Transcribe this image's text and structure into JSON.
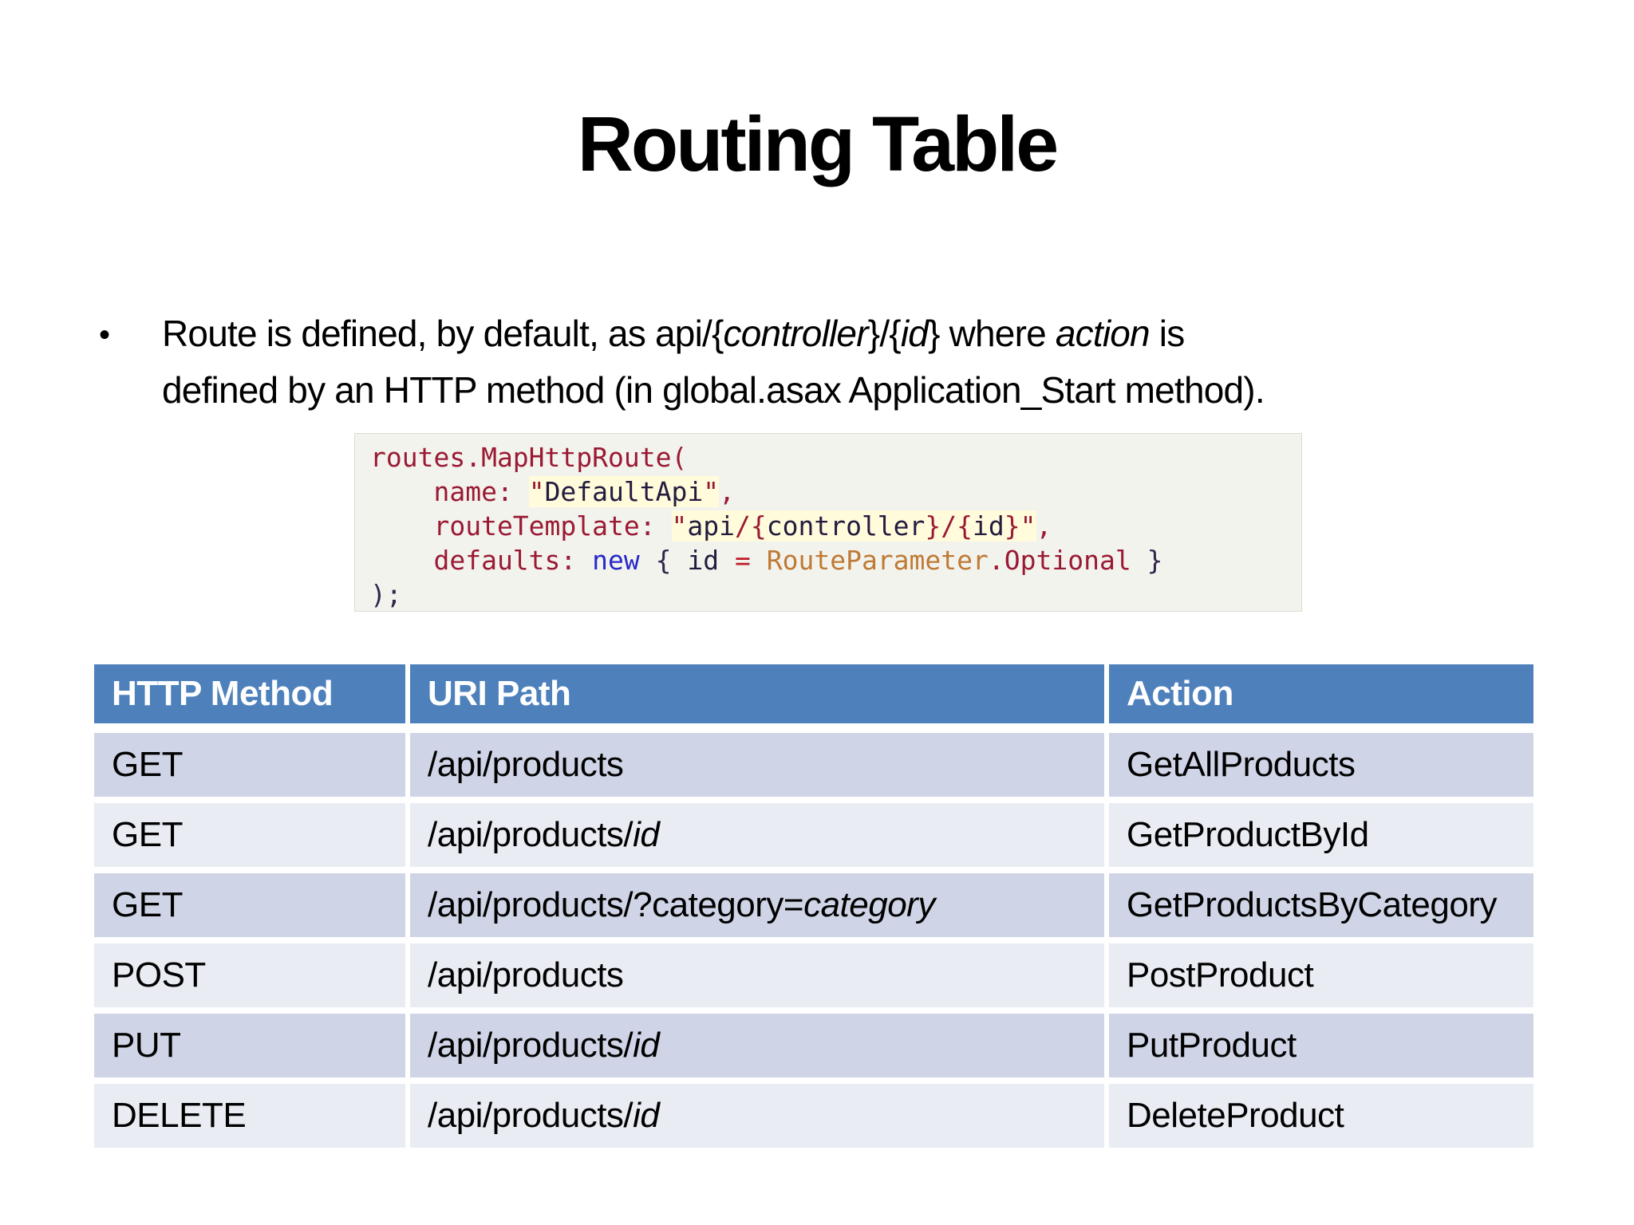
{
  "slide": {
    "title": "Routing Table",
    "bullet": {
      "marker": "•",
      "lines": [
        [
          {
            "t": "Route is defined, by default, as api/{"
          },
          {
            "t": "controller",
            "i": true
          },
          {
            "t": "}/{"
          },
          {
            "t": "id",
            "i": true
          },
          {
            "t": "} where "
          },
          {
            "t": "action",
            "i": true
          },
          {
            "t": " is"
          }
        ],
        [
          {
            "t": "defined by an HTTP method (in global.asax Application_Start method)."
          }
        ]
      ]
    },
    "code": {
      "colors": {
        "maroon": "#9a1a33",
        "string_dark": "#241c3e",
        "keyword_blue": "#2929c8",
        "type_orange": "#bf7a35",
        "operator_red": "#bf1c2a",
        "punct_purple": "#31254c",
        "highlight_bg": "#fffbdb",
        "box_bg": "#f3f3ee"
      },
      "lines": [
        [
          {
            "t": "routes.MapHttpRoute(",
            "c": "m"
          }
        ],
        [
          {
            "t": "    name: ",
            "c": "m"
          },
          {
            "t": "\"",
            "c": "m",
            "h": true
          },
          {
            "t": "DefaultApi",
            "c": "d",
            "h": true
          },
          {
            "t": "\"",
            "c": "m",
            "h": true
          },
          {
            "t": ",",
            "c": "m"
          }
        ],
        [
          {
            "t": "    routeTemplate: ",
            "c": "m"
          },
          {
            "t": "\"",
            "c": "m",
            "h": true
          },
          {
            "t": "api",
            "c": "d",
            "h": true
          },
          {
            "t": "/{",
            "c": "m",
            "h": true
          },
          {
            "t": "controller",
            "c": "d",
            "h": true
          },
          {
            "t": "}/{",
            "c": "m",
            "h": true
          },
          {
            "t": "id",
            "c": "d",
            "h": true
          },
          {
            "t": "}",
            "c": "m",
            "h": true
          },
          {
            "t": "\"",
            "c": "m",
            "h": true
          },
          {
            "t": ",",
            "c": "m"
          }
        ],
        [
          {
            "t": "    defaults: ",
            "c": "m"
          },
          {
            "t": "new",
            "c": "b"
          },
          {
            "t": " { ",
            "c": "p"
          },
          {
            "t": "id",
            "c": "d"
          },
          {
            "t": " = ",
            "c": "r"
          },
          {
            "t": "RouteParameter",
            "c": "o"
          },
          {
            "t": ".Optional",
            "c": "m"
          },
          {
            "t": " }",
            "c": "p"
          }
        ],
        [
          {
            "t": ");",
            "c": "p"
          }
        ]
      ]
    },
    "table": {
      "colors": {
        "header_bg": "#4e81bc",
        "header_text": "#ffffff",
        "band_dark": "#cfd5e6",
        "band_light": "#eaecf4"
      },
      "headers": [
        "HTTP Method",
        "URI Path",
        "Action"
      ],
      "rows": [
        {
          "method": "GET",
          "uri": [
            {
              "t": "/api/products"
            }
          ],
          "action": "GetAllProducts"
        },
        {
          "method": "GET",
          "uri": [
            {
              "t": "/api/products/"
            },
            {
              "t": "id",
              "i": true
            }
          ],
          "action": "GetProductById"
        },
        {
          "method": "GET",
          "uri": [
            {
              "t": "/api/products/?category="
            },
            {
              "t": "category",
              "i": true
            }
          ],
          "action": "GetProductsByCategory"
        },
        {
          "method": "POST",
          "uri": [
            {
              "t": "/api/products"
            }
          ],
          "action": "PostProduct"
        },
        {
          "method": "PUT",
          "uri": [
            {
              "t": "/api/products/"
            },
            {
              "t": "id",
              "i": true
            }
          ],
          "action": "PutProduct"
        },
        {
          "method": "DELETE",
          "uri": [
            {
              "t": "/api/products/"
            },
            {
              "t": "id",
              "i": true
            }
          ],
          "action": "DeleteProduct"
        }
      ]
    }
  }
}
